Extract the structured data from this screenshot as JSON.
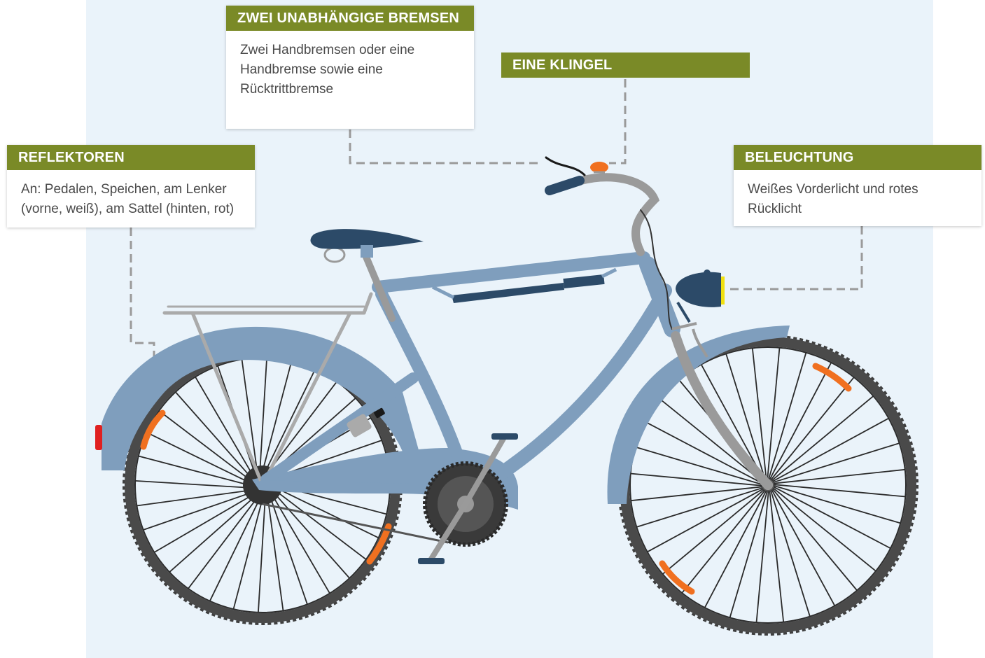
{
  "callouts": {
    "brakes": {
      "title": "ZWEI UNABHÄNGIGE BREMSEN",
      "lines": [
        "Zwei Handbremsen oder eine",
        "Handbremse sowie eine",
        "Rücktrittbremse"
      ]
    },
    "bell": {
      "title": "EINE KLINGEL"
    },
    "reflectors": {
      "title": "REFLEKTOREN",
      "lines": [
        "An: Pedalen, Speichen, am Lenker",
        "(vorne, weiß), am Sattel (hinten, rot)"
      ]
    },
    "lighting": {
      "title": "BELEUCHTUNG",
      "lines": [
        "Weißes Vorderlicht und rotes",
        "Rücklicht"
      ]
    }
  },
  "colors": {
    "header_green": "#7a8a27",
    "background": "#eaf3fa",
    "frame": "#7f9ebd",
    "dark_blue": "#2c4a68",
    "tire": "#4a4a4a",
    "reflector_orange": "#f07020",
    "tail_light_red": "#e02020",
    "headlight_yellow": "#f0e010",
    "leader_line": "#9a9a9a"
  }
}
